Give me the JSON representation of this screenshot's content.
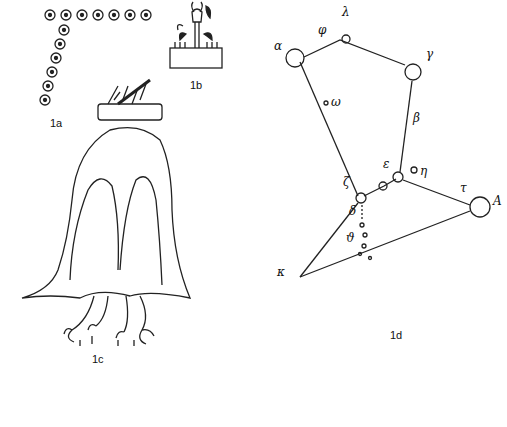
{
  "diagram": {
    "labels": [
      "1a",
      "1b",
      "1c",
      "1d",
      "α",
      "λ",
      "φ",
      "γ",
      "ω",
      "β",
      "ε",
      "ζ",
      "η",
      "δ",
      "τ",
      "A",
      "κ",
      "ϑ"
    ]
  }
}
